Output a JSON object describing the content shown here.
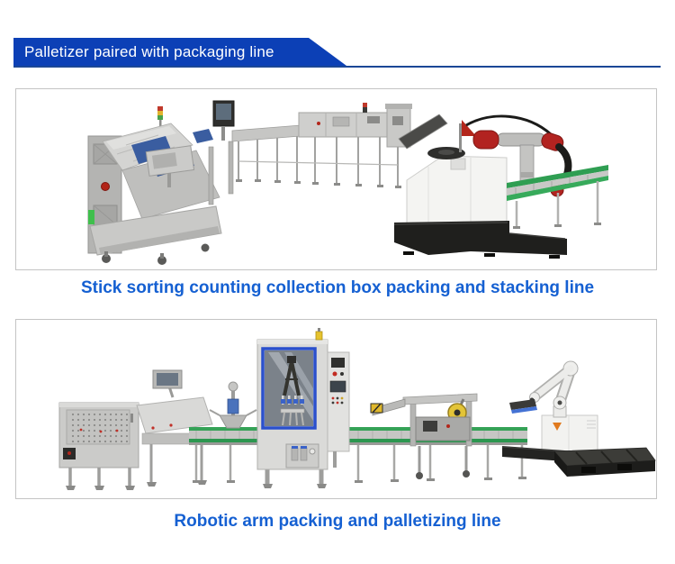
{
  "header": {
    "title": "Palletizer paired with packaging line",
    "banner_color": "#0c40b6",
    "underline_color": "#1b4796",
    "text_color": "#ffffff"
  },
  "sections": [
    {
      "caption": "Stick sorting counting collection box packing and stacking line",
      "image_alt": "Photo of stick sorting counting collection box packing and stacking line"
    },
    {
      "caption": "Robotic arm packing and palletizing line",
      "image_alt": "Photo of robotic arm packing and palletizing line"
    }
  ],
  "colors": {
    "caption_blue": "#1560d2",
    "image_border": "#c4c4c4",
    "page_background": "#ffffff"
  }
}
